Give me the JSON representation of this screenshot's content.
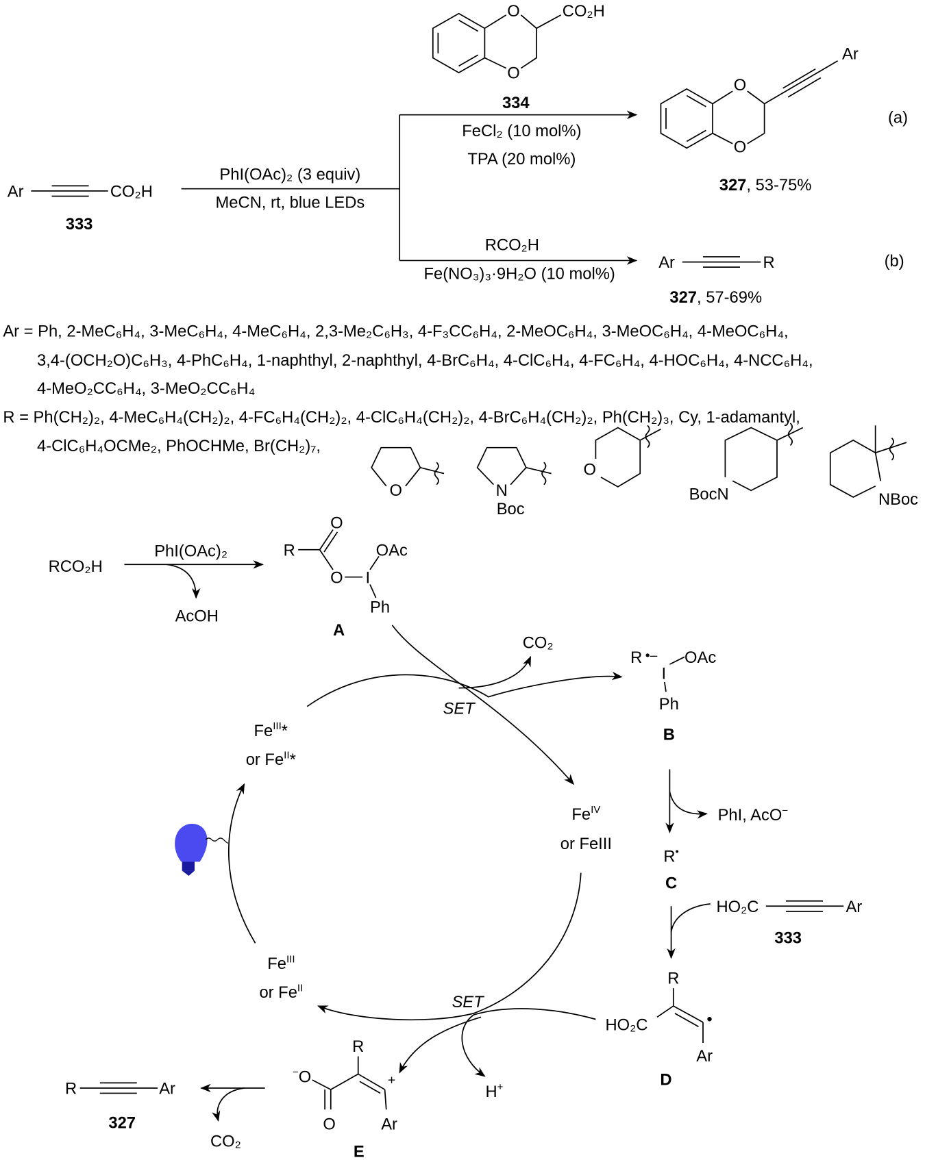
{
  "top": {
    "sm_co2h": "CO₂H",
    "ar": "Ar",
    "cmp333": "333",
    "cmp334": "334",
    "cmp334_co2h": "CO₂H",
    "o": "O",
    "cond1": "PhI(OAc)₂ (3 equiv)",
    "cond2": "MeCN, rt, blue LEDs",
    "a_cond1": "FeCl₂ (10 mol%)",
    "a_cond2": "TPA (20 mol%)",
    "b_cond1": "RCO₂H",
    "b_cond2": "Fe(NO₃)₃·9H₂O (10 mol%)",
    "prod_a_ar": "Ar",
    "prod_a_cmp": "327",
    "prod_a_yield": ", 53-75%",
    "label_a": "(a)",
    "prod_b_ar": "Ar",
    "prod_b_r": "R",
    "prod_b_cmp": "327",
    "prod_b_yield": ", 57-69%",
    "label_b": "(b)"
  },
  "scope": {
    "ar_lines": [
      "Ar = Ph, 2-MeC₆H₄, 3-MeC₆H₄, 4-MeC₆H₄, 2,3-Me₂C₆H₃, 4-F₃CC₆H₄, 2-MeOC₆H₄, 3-MeOC₆H₄, 4-MeOC₆H₄,",
      "3,4-(OCH₂O)C₆H₃, 4-PhC₆H₄, 1-naphthyl, 2-naphthyl, 4-BrC₆H₄, 4-ClC₆H₄, 4-FC₆H₄, 4-HOC₆H₄, 4-NCC₆H₄,",
      "4-MeO₂CC₆H₄, 3-MeO₂CC₆H₄"
    ],
    "r_lines": [
      "R = Ph(CH₂)₂, 4-MeC₆H₄(CH₂)₂, 4-FC₆H₄(CH₂)₂, 4-ClC₆H₄(CH₂)₂, 4-BrC₆H₄(CH₂)₂, Ph(CH₂)₃, Cy, 1-adamantyl,",
      "4-ClC₆H₄OCMe₂, PhOCHMe, Br(CH₂)₇,"
    ],
    "frag_o": "O",
    "frag_n": "N",
    "frag_boc": "Boc",
    "frag_bocn": "BocN",
    "frag_nboc": "NBoc"
  },
  "mech": {
    "rco2h": "RCO₂H",
    "reagent": "PhI(OAc)₂",
    "acoh": "AcOH",
    "A": {
      "r": "R",
      "o1": "O",
      "o2": "O",
      "i": "I",
      "oac": "OAc",
      "ph": "Ph",
      "label": "A"
    },
    "co2_top": "CO₂",
    "set1": "SET",
    "set2": "SET",
    "B": {
      "r": "R",
      "rad": "•–",
      "i": "I",
      "oac": "OAc",
      "ph": "Ph",
      "label": "B"
    },
    "fe_tl": {
      "fe": "Fe",
      "ox": "III",
      "star": "*",
      "or": "or Fe",
      "ox2": "II",
      "star2": "*"
    },
    "fe_r": {
      "fe": "Fe",
      "ox": "IV",
      "or": "or FeIII"
    },
    "fe_bl": {
      "fe": "Fe",
      "ox": "III",
      "or": "or Fe",
      "ox2": "II"
    },
    "phi_aco": "PhI, AcO",
    "minus": "−",
    "C": {
      "r": "R",
      "dot": "•",
      "label": "C"
    },
    "reag333": {
      "ho2c": "HO₂C",
      "ar": "Ar",
      "label": "333"
    },
    "D": {
      "r": "R",
      "ho2c": "HO₂C",
      "dot": "•",
      "ar": "Ar",
      "label": "D"
    },
    "E": {
      "minus": "−",
      "o1": "O",
      "o2": "O",
      "r": "R",
      "plus": "+",
      "ar": "Ar",
      "label": "E"
    },
    "hplus": "H",
    "plus": "+",
    "prod": {
      "r": "R",
      "ar": "Ar",
      "label": "327"
    },
    "co2_bottom": "CO₂",
    "bulb_color": "#4a4af0"
  }
}
